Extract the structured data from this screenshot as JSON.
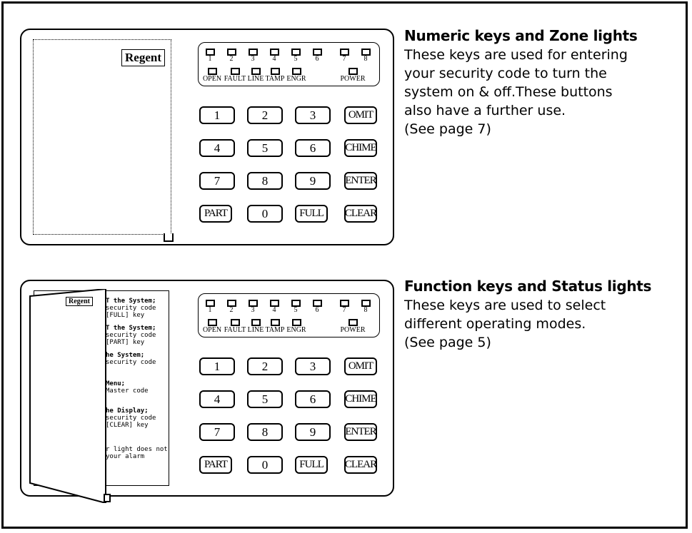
{
  "brand": "Regent",
  "zones": [
    "1",
    "2",
    "3",
    "4",
    "5",
    "6",
    "7",
    "8"
  ],
  "status_lights": [
    "OPEN",
    "FAULT",
    "LINE",
    "TAMP",
    "ENGR",
    "POWER"
  ],
  "keys": [
    [
      "1",
      "2",
      "3",
      "OMIT"
    ],
    [
      "4",
      "5",
      "6",
      "CHIME"
    ],
    [
      "7",
      "8",
      "9",
      "ENTER"
    ],
    [
      "PART",
      "0",
      "FULL",
      "CLEAR"
    ]
  ],
  "section1": {
    "heading": "Numeric keys and Zone lights",
    "lines": [
      "These keys are used for entering",
      "your security code to turn the",
      "system on & off.These buttons",
      "also have a further use.",
      "(See page 7)"
    ]
  },
  "section2": {
    "heading": "Function keys and Status lights",
    "lines": [
      "These keys are used to select",
      "different operating modes.",
      "(See page 5)"
    ]
  },
  "inner_card": [
    {
      "text": "T the System;",
      "bold": true
    },
    {
      "text": "security code",
      "bold": false
    },
    {
      "text": "[FULL] key",
      "bold": false
    },
    {
      "text": "T the System;",
      "bold": true
    },
    {
      "text": "security code",
      "bold": false
    },
    {
      "text": "[PART] key",
      "bold": false
    },
    {
      "text": "he System;",
      "bold": true
    },
    {
      "text": "security code",
      "bold": false
    },
    {
      "text": "Menu;",
      "bold": true
    },
    {
      "text": "Master code",
      "bold": false
    },
    {
      "text": "he Display;",
      "bold": true
    },
    {
      "text": "security code",
      "bold": false
    },
    {
      "text": "[CLEAR] key",
      "bold": false
    },
    {
      "text": "r light does not",
      "bold": false
    },
    {
      "text": "your alarm",
      "bold": false
    }
  ]
}
